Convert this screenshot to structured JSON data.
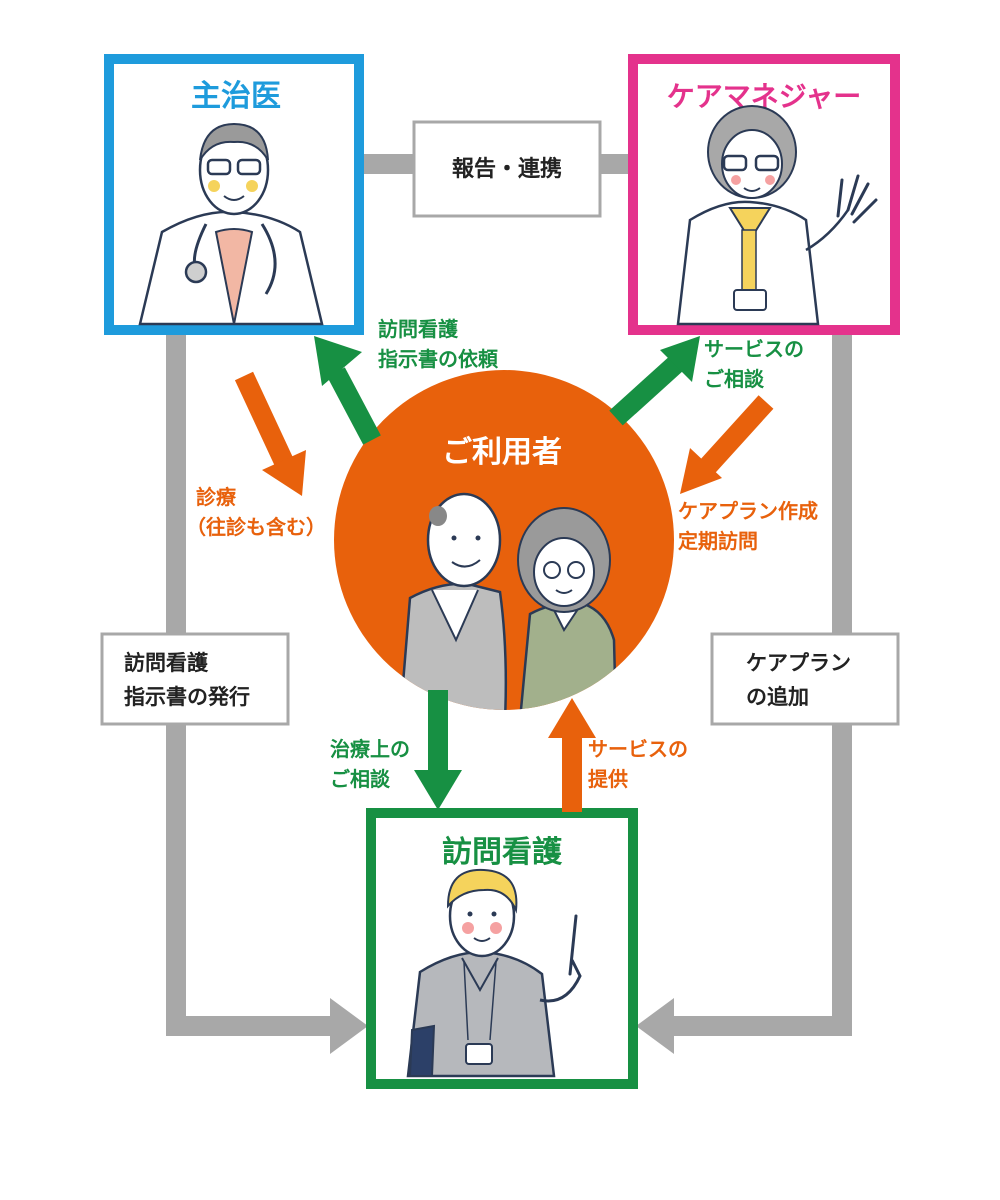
{
  "colors": {
    "doctor": "#1e9bdc",
    "care_manager": "#e4328c",
    "nurse": "#179043",
    "user": "#e8610c",
    "flow_green": "#179043",
    "flow_orange": "#e8610c",
    "connector": "#a8a8a8",
    "label_text": "#222222"
  },
  "roles": {
    "doctor": {
      "title": "主治医",
      "illustration": "doctor-with-stethoscope"
    },
    "care_manager": {
      "title": "ケアマネジャー",
      "illustration": "female-care-manager-waving"
    },
    "nurse": {
      "title": "訪問看護",
      "illustration": "male-nurse-pointing-up"
    },
    "user": {
      "title": "ご利用者",
      "illustration": "elderly-couple"
    }
  },
  "connector_labels": {
    "report": "報告・連携",
    "instruction_issue": {
      "line1": "訪問看護",
      "line2": "指示書の発行"
    },
    "care_plan_add": {
      "line1": "ケアプラン",
      "line2": "の追加"
    }
  },
  "flow_labels": {
    "instruction_request": {
      "line1": "訪問看護",
      "line2": "指示書の依頼"
    },
    "service_consult": {
      "line1": "サービスの",
      "line2": "ご相談"
    },
    "examination": {
      "line1": "診療",
      "line2": "（往診も含む）"
    },
    "care_plan": {
      "line1": "ケアプラン作成",
      "line2": "定期訪問"
    },
    "treatment_consult": {
      "line1": "治療上の",
      "line2": "ご相談"
    },
    "service_provide": {
      "line1": "サービスの",
      "line2": "提供"
    }
  }
}
